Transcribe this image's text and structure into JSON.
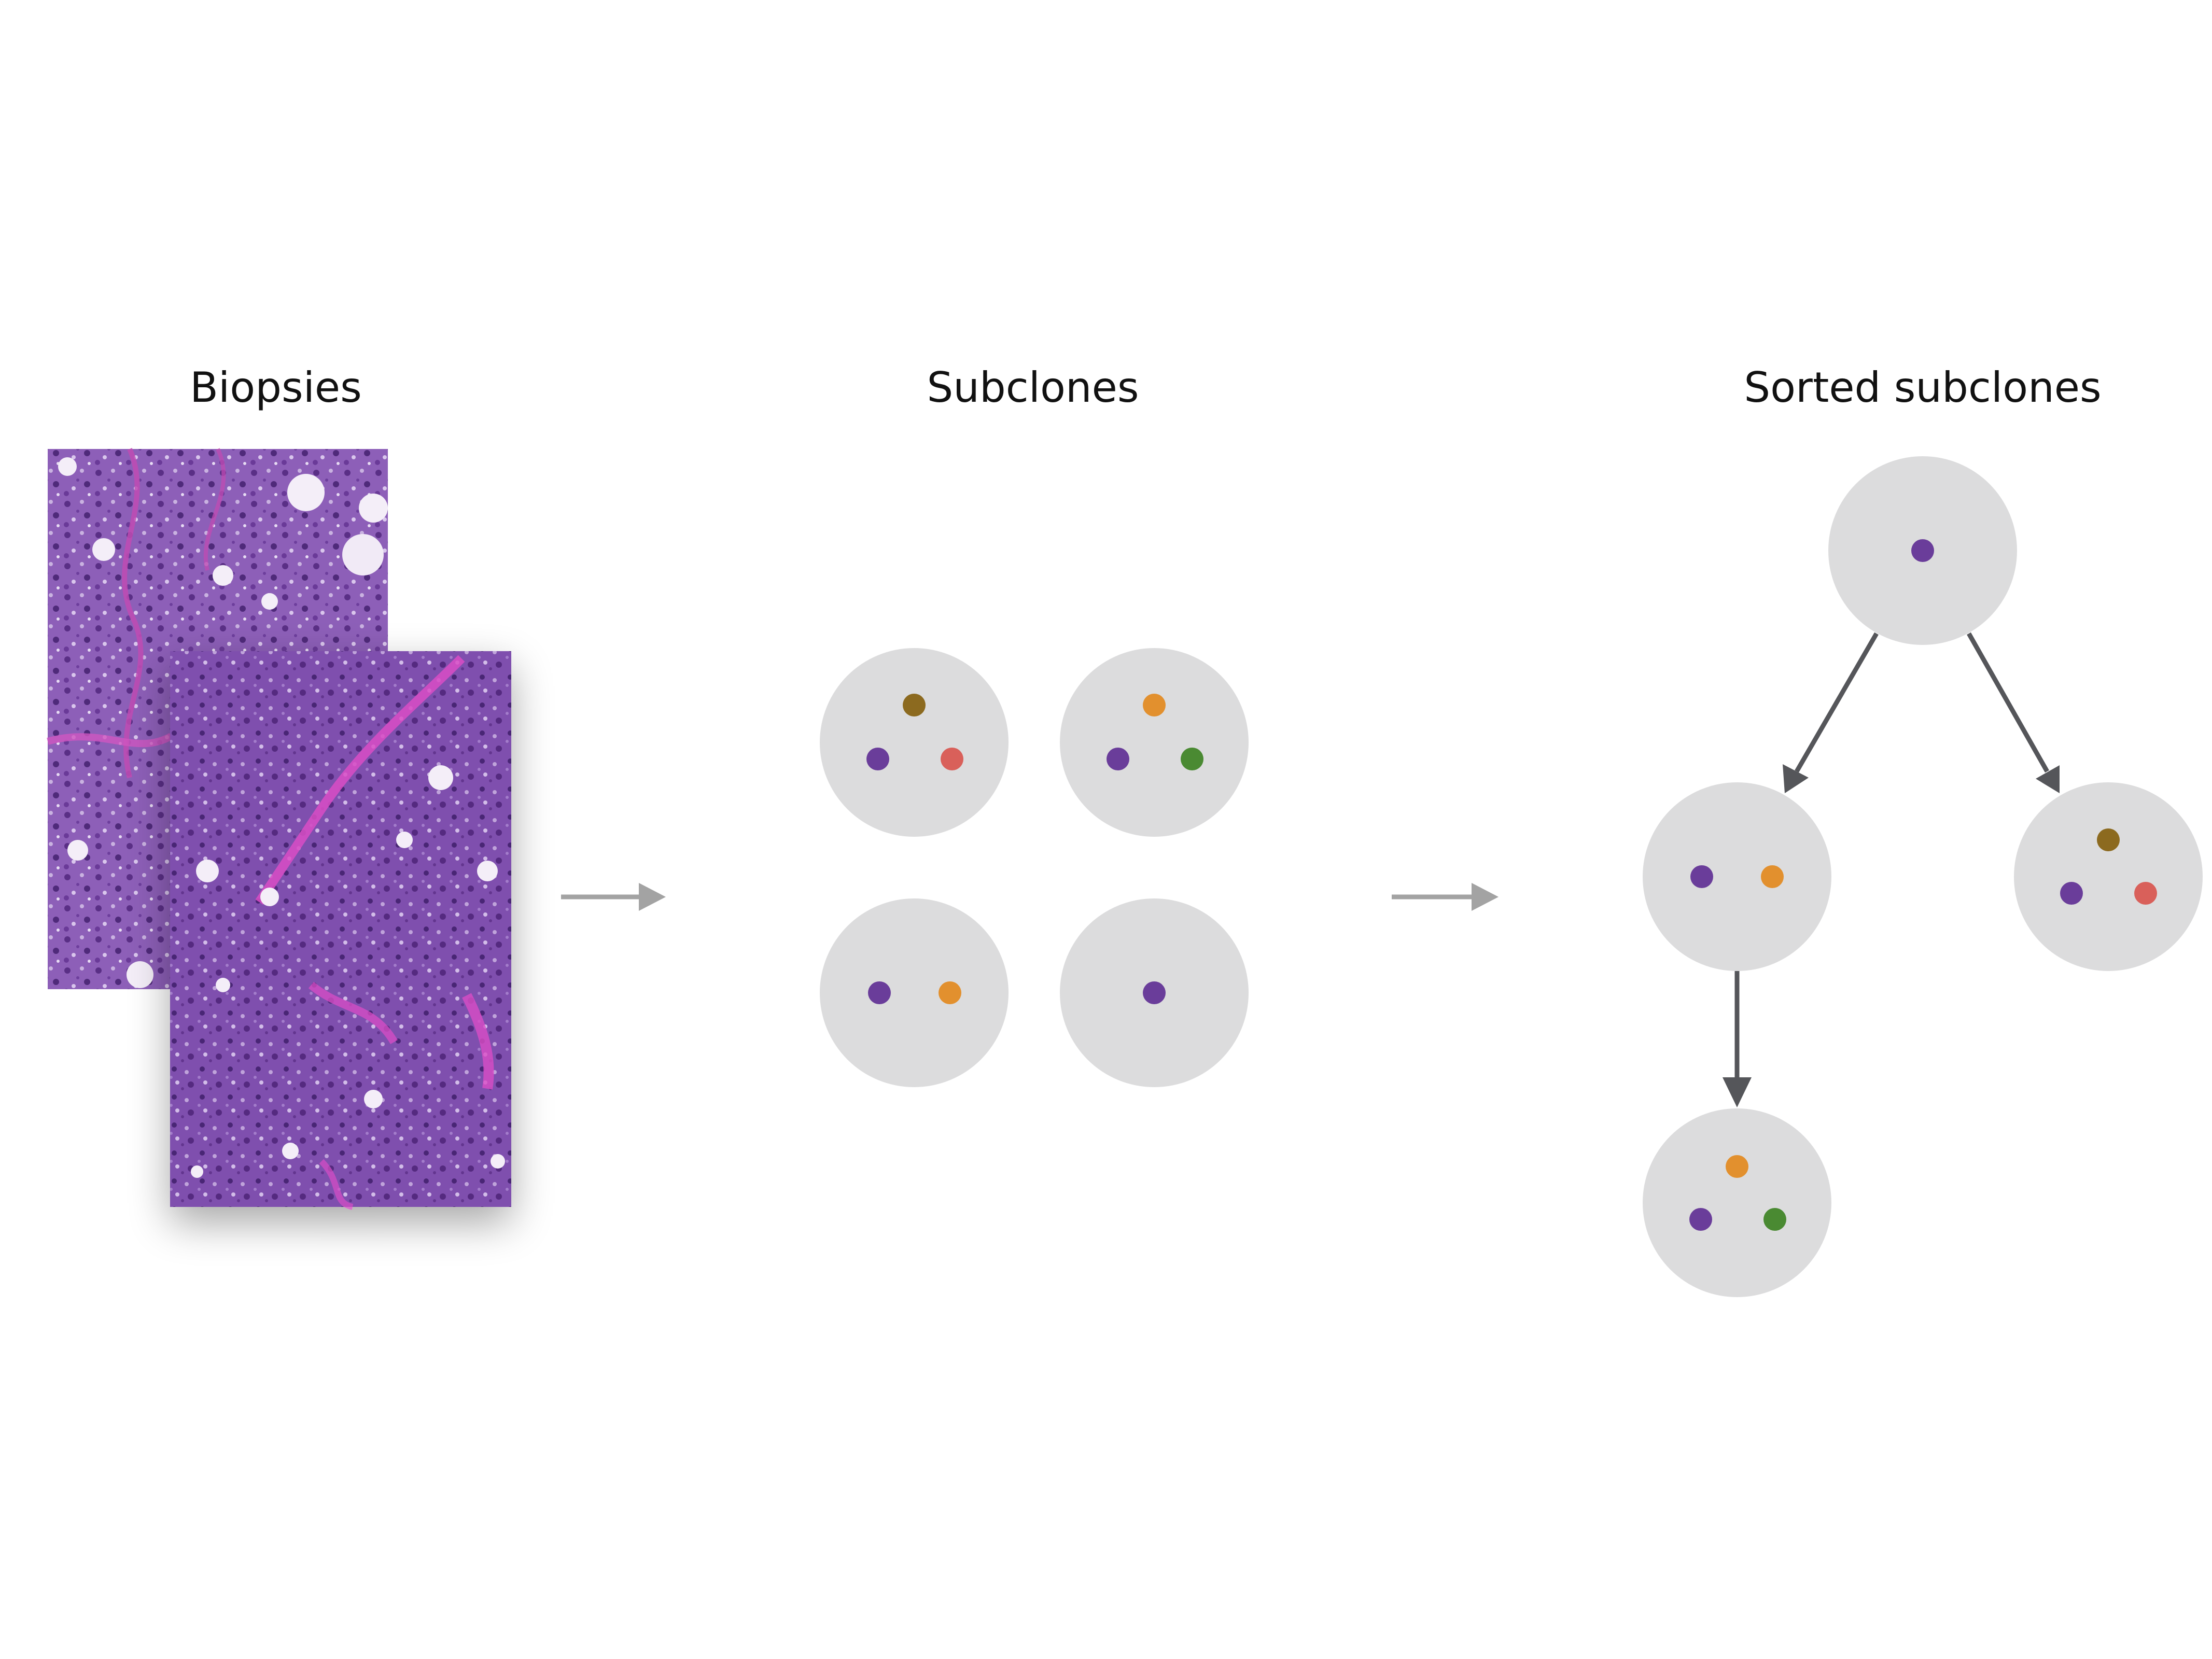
{
  "headings": {
    "biopsies": "Biopsies",
    "subclones": "Subclones",
    "sorted": "Sorted subclones"
  },
  "colors": {
    "mutation_purple": "#6a3d9a",
    "mutation_olive": "#8c6a1f",
    "mutation_red": "#d9605a",
    "mutation_orange": "#e2902e",
    "mutation_green": "#4a8a32",
    "node_fill": "#dcdcdd",
    "flow_arrow": "#a3a3a3",
    "tree_edge": "#55565a",
    "tissue_base": "#8a5bb5"
  },
  "subclones": [
    {
      "id": "subclone-1",
      "mutations": [
        "purple",
        "olive",
        "red"
      ]
    },
    {
      "id": "subclone-2",
      "mutations": [
        "purple",
        "orange",
        "green"
      ]
    },
    {
      "id": "subclone-3",
      "mutations": [
        "purple",
        "orange"
      ]
    },
    {
      "id": "subclone-4",
      "mutations": [
        "purple"
      ]
    }
  ],
  "tree": {
    "nodes": [
      {
        "id": "root",
        "mutations": [
          "purple"
        ]
      },
      {
        "id": "left-child",
        "mutations": [
          "purple",
          "orange"
        ]
      },
      {
        "id": "right-child",
        "mutations": [
          "purple",
          "olive",
          "red"
        ]
      },
      {
        "id": "leaf",
        "mutations": [
          "purple",
          "orange",
          "green"
        ]
      }
    ],
    "edges": [
      {
        "from": "root",
        "to": "left-child"
      },
      {
        "from": "root",
        "to": "right-child"
      },
      {
        "from": "left-child",
        "to": "leaf"
      }
    ]
  }
}
